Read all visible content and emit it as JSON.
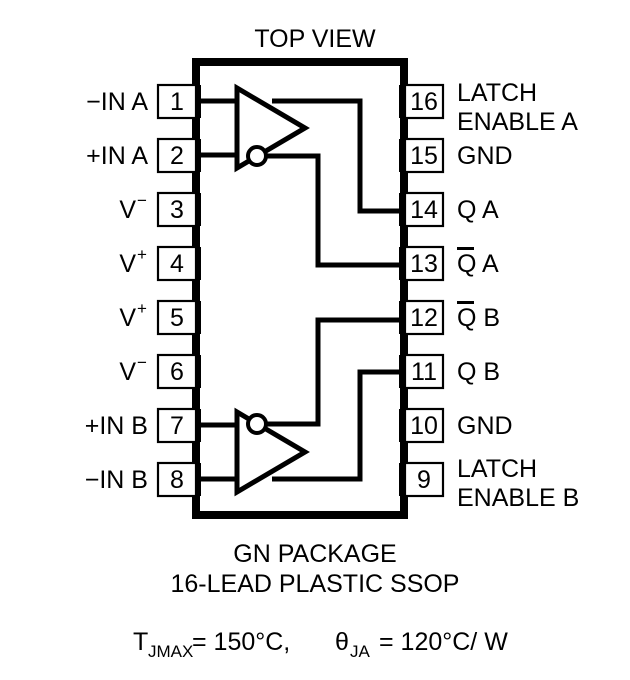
{
  "diagram": {
    "top_view_label": "TOP VIEW",
    "package_name": "GN PACKAGE",
    "package_desc": "16-LEAD PLASTIC SSOP",
    "thermal": {
      "t_main": "T",
      "t_sub": "JMAX",
      "t_value": " = 150°C, ",
      "theta_main": "θ",
      "theta_sub": "JA",
      "theta_value": " = 120°C/ W"
    }
  },
  "pins": {
    "left": [
      {
        "num": "1",
        "label": "−IN A",
        "base": "−IN A",
        "sup": ""
      },
      {
        "num": "2",
        "label": "+IN A",
        "base": "+IN A",
        "sup": ""
      },
      {
        "num": "3",
        "label": "V⁻",
        "base": "V",
        "sup": "−"
      },
      {
        "num": "4",
        "label": "V⁺",
        "base": "V",
        "sup": "+"
      },
      {
        "num": "5",
        "label": "V⁺",
        "base": "V",
        "sup": "+"
      },
      {
        "num": "6",
        "label": "V⁻",
        "base": "V",
        "sup": "−"
      },
      {
        "num": "7",
        "label": "+IN B",
        "base": "+IN B",
        "sup": ""
      },
      {
        "num": "8",
        "label": "−IN B",
        "base": "−IN B",
        "sup": ""
      }
    ],
    "right": [
      {
        "num": "16",
        "label": "LATCH ENABLE A",
        "line1": "LATCH",
        "line2": "ENABLE A",
        "overline": false
      },
      {
        "num": "15",
        "label": "GND",
        "line1": "GND",
        "line2": "",
        "overline": false
      },
      {
        "num": "14",
        "label": "Q A",
        "line1": "Q A",
        "line2": "",
        "overline": false
      },
      {
        "num": "13",
        "label": "Q A",
        "line1": "Q A",
        "line2": "",
        "overline": true
      },
      {
        "num": "12",
        "label": "Q B",
        "line1": "Q B",
        "line2": "",
        "overline": true
      },
      {
        "num": "11",
        "label": "Q B",
        "line1": "Q B",
        "line2": "",
        "overline": false
      },
      {
        "num": "10",
        "label": "GND",
        "line1": "GND",
        "line2": "",
        "overline": false
      },
      {
        "num": "9",
        "label": "LATCH ENABLE B",
        "line1": "LATCH",
        "line2": "ENABLE B",
        "overline": false
      }
    ]
  },
  "colors": {
    "ink": "#000000",
    "paper": "#ffffff"
  }
}
